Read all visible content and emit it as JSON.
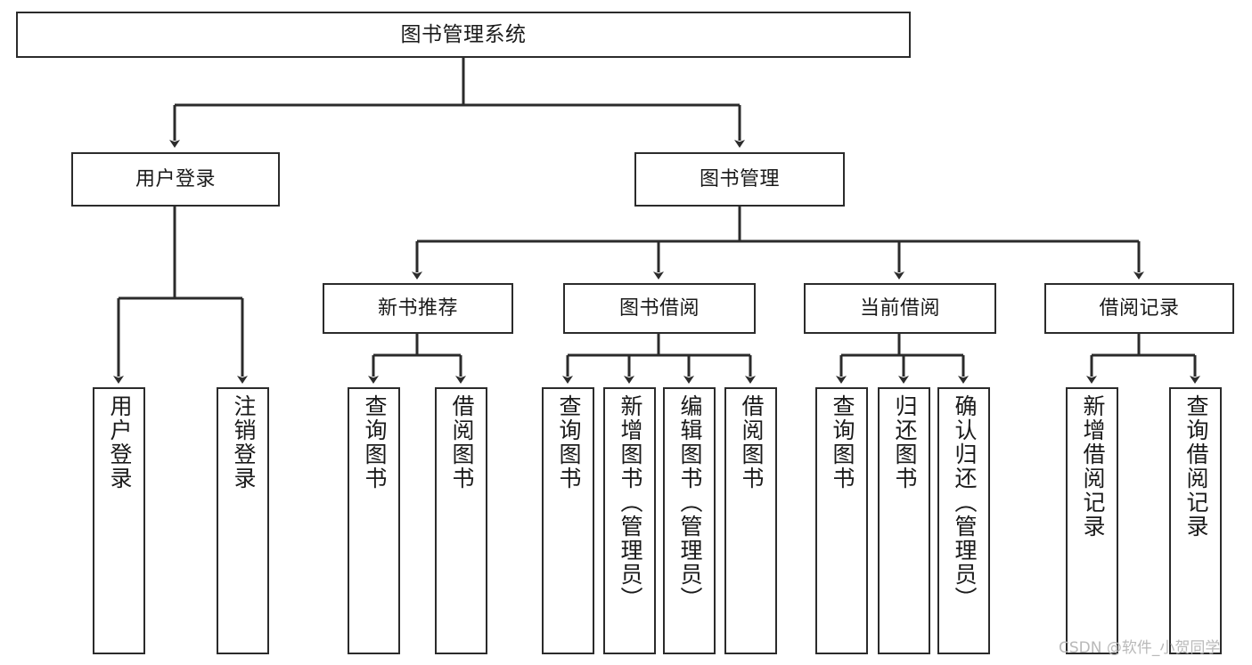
{
  "diagram": {
    "title": "图书管理系统",
    "watermark": "CSDN @软件_小贺同学",
    "colors": {
      "stroke": "#2b2b2b",
      "fill": "#ffffff",
      "text": "#1a1a1a",
      "watermark": "#b9b9b9"
    },
    "nodes": {
      "root": {
        "label": "图书管理系统"
      },
      "level2": [
        {
          "id": "user-login",
          "label": "用户登录"
        },
        {
          "id": "book-manage",
          "label": "图书管理"
        }
      ],
      "level3": [
        {
          "id": "new-book-recommend",
          "label": "新书推荐"
        },
        {
          "id": "book-borrow",
          "label": "图书借阅"
        },
        {
          "id": "current-borrow",
          "label": "当前借阅"
        },
        {
          "id": "borrow-record",
          "label": "借阅记录"
        }
      ],
      "leaves": {
        "user_login": [
          {
            "id": "leaf-user-login",
            "label": "用户登录"
          },
          {
            "id": "leaf-logout-login",
            "label": "注销登录"
          }
        ],
        "new_book_recommend": [
          {
            "id": "leaf-query-book-1",
            "label": "查询图书"
          },
          {
            "id": "leaf-borrow-book-1",
            "label": "借阅图书"
          }
        ],
        "book_borrow": [
          {
            "id": "leaf-query-book-2",
            "label": "查询图书"
          },
          {
            "id": "leaf-add-book",
            "label": "新增图书（管理员）"
          },
          {
            "id": "leaf-edit-book",
            "label": "编辑图书（管理员）"
          },
          {
            "id": "leaf-borrow-book-2",
            "label": "借阅图书"
          }
        ],
        "current_borrow": [
          {
            "id": "leaf-query-book-3",
            "label": "查询图书"
          },
          {
            "id": "leaf-return-book",
            "label": "归还图书"
          },
          {
            "id": "leaf-confirm-return",
            "label": "确认归还（管理员）"
          }
        ],
        "borrow_record": [
          {
            "id": "leaf-add-record",
            "label": "新增借阅记录"
          },
          {
            "id": "leaf-query-record",
            "label": "查询借阅记录"
          }
        ]
      }
    }
  }
}
